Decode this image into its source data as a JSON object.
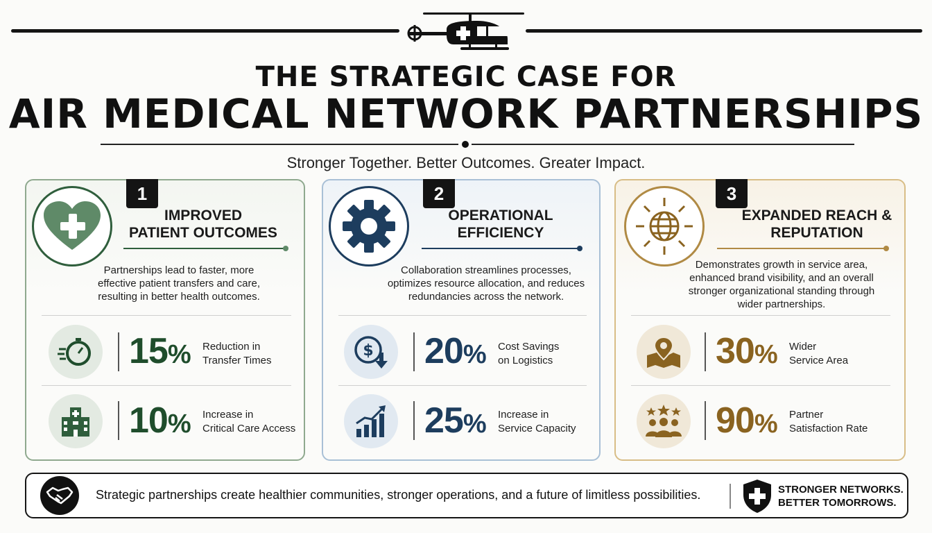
{
  "header": {
    "title_line1": "THE STRATEGIC CASE FOR",
    "title_line2": "AIR MEDICAL NETWORK PARTNERSHIPS",
    "tagline": "Stronger Together. Better Outcomes. Greater Impact."
  },
  "colors": {
    "green": "#1f4d2c",
    "blue": "#1d3d5e",
    "gold": "#8a6320",
    "dark": "#141414"
  },
  "cards": [
    {
      "number": "1",
      "icon": "heart-plus-icon",
      "title_line1": "IMPROVED",
      "title_line2": "PATIENT OUTCOMES",
      "description": "Partnerships lead to faster, more effective patient transfers and care, resulting in better health outcomes.",
      "stats": [
        {
          "icon": "stopwatch-icon",
          "value": "15",
          "unit": "%",
          "label_line1": "Reduction in",
          "label_line2": "Transfer Times"
        },
        {
          "icon": "hospital-icon",
          "value": "10",
          "unit": "%",
          "label_line1": "Increase in",
          "label_line2": "Critical Care Access"
        }
      ]
    },
    {
      "number": "2",
      "icon": "gear-icon",
      "title_line1": "OPERATIONAL",
      "title_line2": "EFFICIENCY",
      "description": "Collaboration streamlines processes, optimizes resource allocation, and reduces redundancies across the network.",
      "stats": [
        {
          "icon": "dollar-down-icon",
          "value": "20",
          "unit": "%",
          "label_line1": "Cost Savings",
          "label_line2": "on Logistics"
        },
        {
          "icon": "bar-growth-icon",
          "value": "25",
          "unit": "%",
          "label_line1": "Increase in",
          "label_line2": "Service Capacity"
        }
      ]
    },
    {
      "number": "3",
      "icon": "globe-icon",
      "title_line1": "EXPANDED REACH &",
      "title_line2": "REPUTATION",
      "description": "Demonstrates growth in service area, enhanced brand visibility, and an overall stronger organizational standing through wider partnerships.",
      "stats": [
        {
          "icon": "map-pin-icon",
          "value": "30",
          "unit": "%",
          "label_line1": "Wider",
          "label_line2": "Service Area"
        },
        {
          "icon": "people-stars-icon",
          "value": "90",
          "unit": "%",
          "label_line1": "Partner",
          "label_line2": "Satisfaction Rate"
        }
      ]
    }
  ],
  "footer": {
    "message": "Strategic partnerships create healthier communities, stronger operations, and a future of limitless possibilities.",
    "slogan_line1": "STRONGER NETWORKS.",
    "slogan_line2": "BETTER TOMORROWS."
  }
}
